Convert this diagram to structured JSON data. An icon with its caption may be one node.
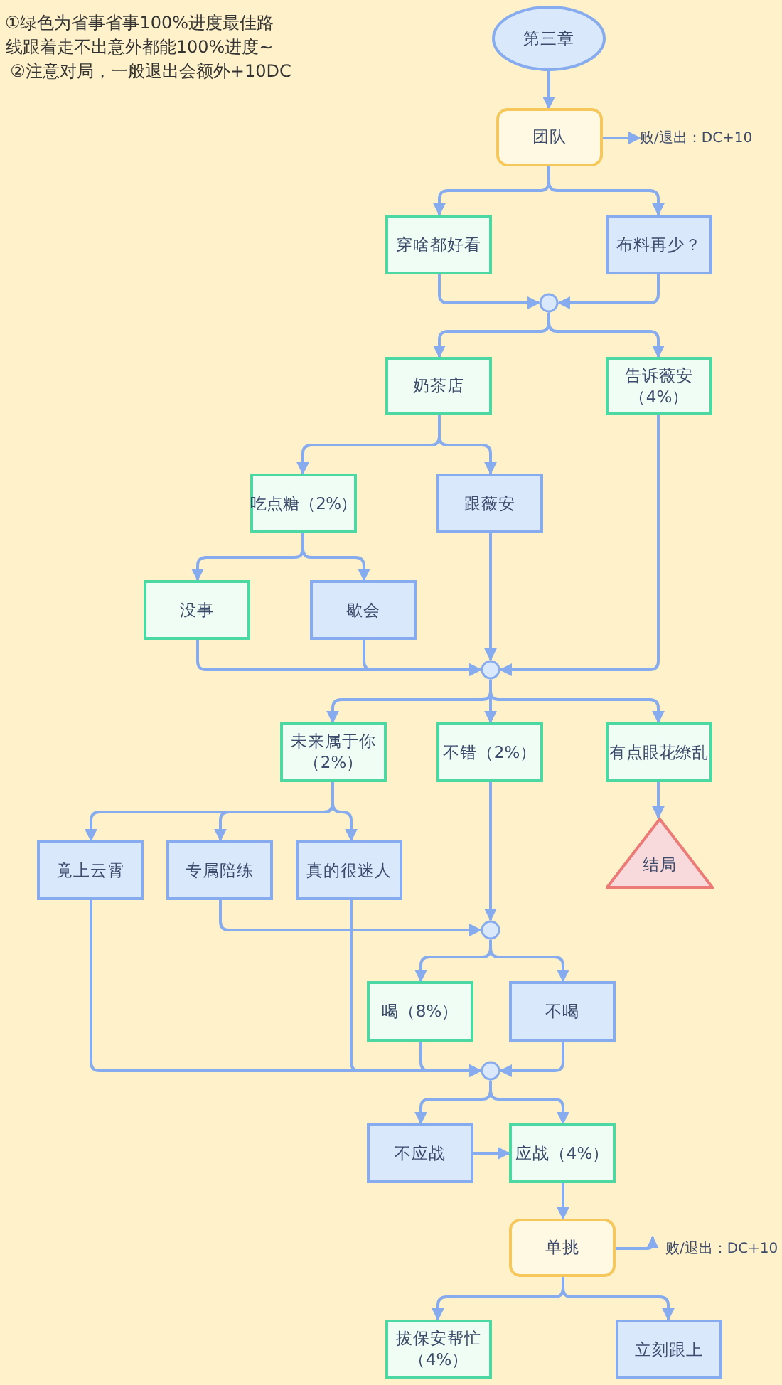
{
  "diagram": {
    "nodes": [
      {
        "text": [
          "第三章"
        ]
      },
      {
        "text": [
          "团队"
        ]
      },
      {
        "text": [
          "败/退出：DC+10"
        ]
      },
      {
        "text": [
          "穿啥都好看"
        ]
      },
      {
        "text": [
          "布料再少？"
        ]
      },
      {
        "text": [],
        "shape": "circle"
      },
      {
        "text": [
          "奶茶店"
        ]
      },
      {
        "text": [
          "告诉薇安（4%）"
        ]
      },
      {
        "text": [
          "吃点糖（2%）"
        ]
      },
      {
        "text": [
          "跟薇安"
        ]
      },
      {
        "text": [
          "没事"
        ]
      },
      {
        "text": [
          "歇会"
        ]
      },
      {
        "text": [],
        "shape": "circle"
      },
      {
        "text": [
          "未来属于你（2%）"
        ]
      },
      {
        "text": [
          "不错（2%）"
        ]
      },
      {
        "text": [
          "有点眼花缭乱"
        ]
      },
      {
        "text": [
          "结局"
        ]
      },
      {
        "text": [
          "竟上云霄"
        ]
      },
      {
        "text": [
          "专属陪练"
        ]
      },
      {
        "text": [
          "真的很迷人"
        ]
      },
      {
        "text": [],
        "shape": "circle"
      },
      {
        "text": [
          "喝（8%）"
        ]
      },
      {
        "text": [
          "不喝"
        ]
      },
      {
        "text": [],
        "shape": "circle"
      },
      {
        "text": [
          "不应战"
        ]
      },
      {
        "text": [
          "应战（4%）"
        ]
      },
      {
        "text": [
          "单挑"
        ]
      },
      {
        "text": [
          "败/退出：DC+10"
        ]
      },
      {
        "text": [
          "拔保安帮忙（4%）"
        ]
      },
      {
        "text": [
          "立刻跟上"
        ]
      }
    ],
    "edges": [
      {
        "from": 0,
        "to": 1,
        "arrow": "to"
      },
      {
        "from": 1,
        "to": 2,
        "arrow": "to"
      },
      {
        "from": 1,
        "to": 3,
        "arrow": "to"
      },
      {
        "from": 1,
        "to": 4,
        "arrow": "to"
      },
      {
        "from": 3,
        "to": 5,
        "arrow": "to"
      },
      {
        "from": 4,
        "to": 5,
        "arrow": "to"
      },
      {
        "from": 5,
        "to": 6,
        "arrow": "to"
      },
      {
        "from": 5,
        "to": 7,
        "arrow": "to"
      },
      {
        "from": 6,
        "to": 8,
        "arrow": "to"
      },
      {
        "from": 6,
        "to": 9,
        "arrow": "to"
      },
      {
        "from": 7,
        "to": 12,
        "arrow": "to"
      },
      {
        "from": 8,
        "to": 10,
        "arrow": "to"
      },
      {
        "from": 8,
        "to": 11,
        "arrow": "to"
      },
      {
        "from": 9,
        "to": 12,
        "arrow": "to"
      },
      {
        "from": 10,
        "to": 12,
        "arrow": "to"
      },
      {
        "from": 11,
        "to": 12,
        "arrow": "to"
      },
      {
        "from": 12,
        "to": 13,
        "arrow": "to"
      },
      {
        "from": 12,
        "to": 14,
        "arrow": "to"
      },
      {
        "from": 12,
        "to": 15,
        "arrow": "to"
      },
      {
        "from": 15,
        "to": 16,
        "arrow": "to"
      },
      {
        "from": 13,
        "to": 17,
        "arrow": "to"
      },
      {
        "from": 13,
        "to": 18,
        "arrow": "to"
      },
      {
        "from": 13,
        "to": 19,
        "arrow": "to"
      },
      {
        "from": 14,
        "to": 20,
        "arrow": "to"
      },
      {
        "from": 18,
        "to": 20,
        "arrow": "to"
      },
      {
        "from": 20,
        "to": 21,
        "arrow": "to"
      },
      {
        "from": 20,
        "to": 22,
        "arrow": "to"
      },
      {
        "from": 17,
        "to": 23,
        "arrow": "to"
      },
      {
        "from": 19,
        "to": 23,
        "arrow": "to"
      },
      {
        "from": 21,
        "to": 23,
        "arrow": "to"
      },
      {
        "from": 22,
        "to": 23,
        "arrow": "to"
      },
      {
        "from": 23,
        "to": 24,
        "arrow": "to"
      },
      {
        "from": 23,
        "to": 25,
        "arrow": "to"
      },
      {
        "from": 24,
        "to": 25,
        "arrow": "to"
      },
      {
        "from": 25,
        "to": 26,
        "arrow": "to"
      },
      {
        "from": 26,
        "to": 27,
        "arrow": "to"
      },
      {
        "from": 26,
        "to": 28,
        "arrow": "to"
      },
      {
        "from": 26,
        "to": 29,
        "arrow": "to"
      }
    ],
    "labels": [
      "①绿色为省事省事100%进度最佳路线跟着走不出意外都能100%进度~",
      "②注意对局，一般退出会额外+10DC"
    ]
  }
}
